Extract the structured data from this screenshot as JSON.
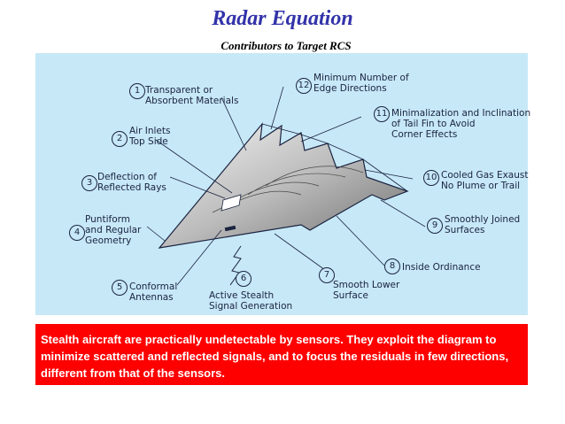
{
  "title": "Radar Equation",
  "subtitle": "Contributors to Target RCS",
  "diagram": {
    "labels": [
      {
        "n": "1",
        "text": "Transparent or\nAbsorbent Materials"
      },
      {
        "n": "2",
        "text": "Air Inlets\nTop Side"
      },
      {
        "n": "3",
        "text": "Deflection of\nReflected Rays"
      },
      {
        "n": "4",
        "text": "Puntiform\nand Regular\nGeometry"
      },
      {
        "n": "5",
        "text": "Conformal\nAntennas"
      },
      {
        "n": "6",
        "text": "Active Stealth\nSignal Generation"
      },
      {
        "n": "7",
        "text": "Smooth Lower\nSurface"
      },
      {
        "n": "8",
        "text": "Inside Ordinance"
      },
      {
        "n": "9",
        "text": "Smoothly Joined\nSurfaces"
      },
      {
        "n": "10",
        "text": "Cooled Gas Exaust\nNo Plume or Trail"
      },
      {
        "n": "11",
        "text": "Minimalization and Inclination\nof Tail Fin to Avoid\nCorner Effects"
      },
      {
        "n": "12",
        "text": "Minimum Number of\nEdge Directions"
      }
    ]
  },
  "callout": "Stealth aircraft are practically undetectable by sensors. They exploit the diagram to minimize scattered and reflected signals, and to focus the residuals in few directions, different from that of the sensors."
}
